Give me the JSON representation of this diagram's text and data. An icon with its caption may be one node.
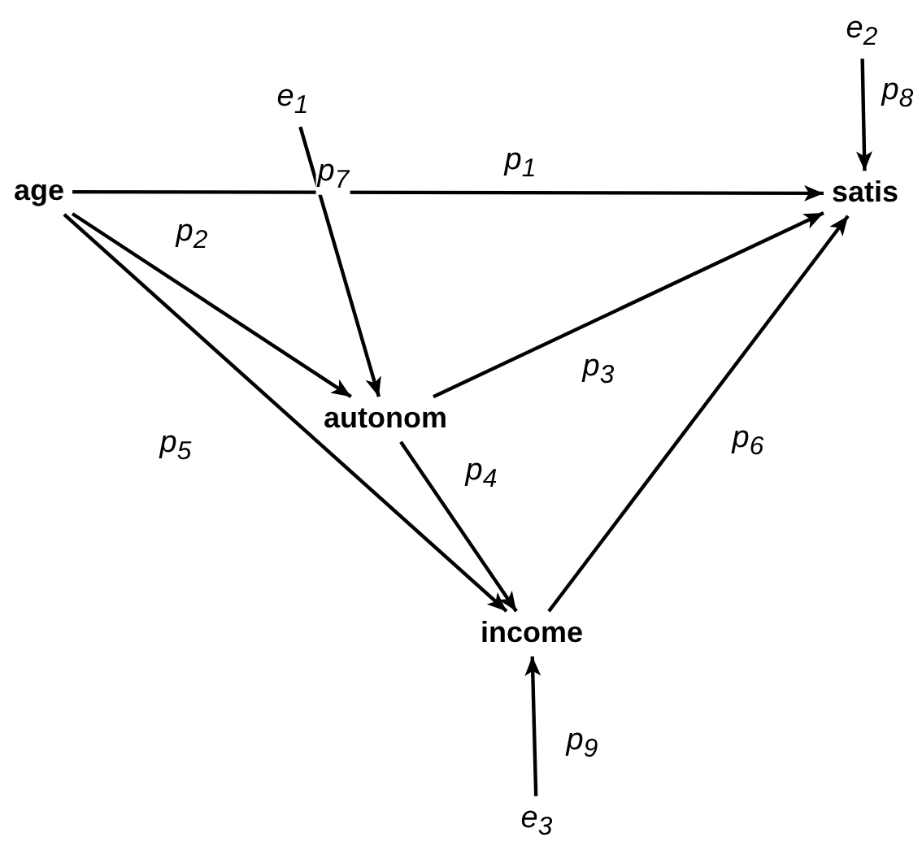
{
  "diagram": {
    "nodes": [
      {
        "text": [
          "e$_{1}$"
        ]
      },
      {
        "text": [
          "e$_{2}$"
        ]
      },
      {
        "text": [
          "age"
        ]
      },
      {
        "text": [
          "satis"
        ]
      },
      {
        "text": [
          "autonom"
        ]
      },
      {
        "text": [
          "income"
        ]
      },
      {
        "text": [
          "e$_{3}$"
        ]
      }
    ],
    "edges": [
      {
        "from": 2,
        "to": 3,
        "arrow": "to",
        "label": "p$_{1}$"
      },
      {
        "from": 2,
        "to": 4,
        "arrow": "to",
        "label": "p$_{2}$"
      },
      {
        "from": 4,
        "to": 3,
        "arrow": "to",
        "label": "p$_{3}$"
      },
      {
        "from": 4,
        "to": 5,
        "arrow": "to",
        "label": "p$_{4}$"
      },
      {
        "from": 2,
        "to": 5,
        "arrow": "to",
        "label": "p$_{5}$"
      },
      {
        "from": 5,
        "to": 3,
        "arrow": "to",
        "label": "p$_{6}$"
      },
      {
        "from": 0,
        "to": 4,
        "arrow": "to",
        "label": "p$_{7}$"
      },
      {
        "from": 1,
        "to": 3,
        "arrow": "to",
        "label": "p$_{8}$"
      },
      {
        "from": 6,
        "to": 5,
        "arrow": "to",
        "label": "p$_{9}$"
      }
    ]
  }
}
